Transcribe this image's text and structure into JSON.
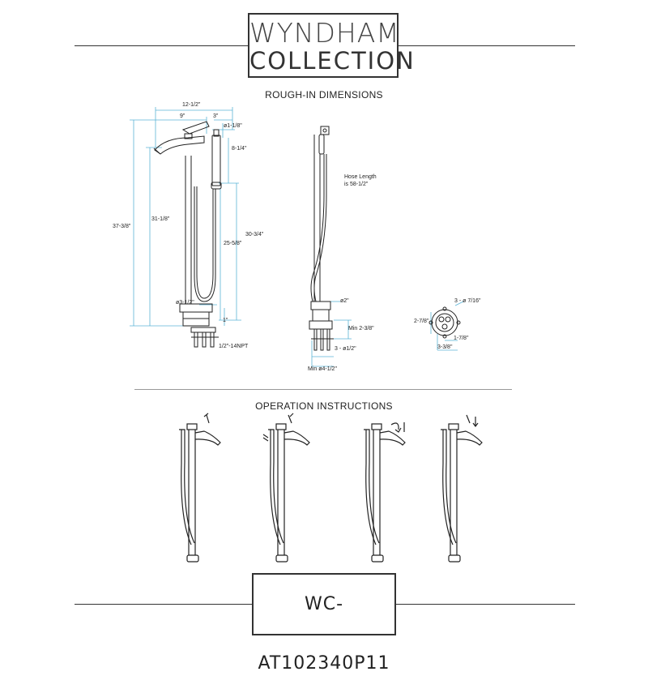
{
  "brand": {
    "line1": "WYNDHAM",
    "line2": "COLLECTION"
  },
  "sections": {
    "rough_in_title": "ROUGH-IN DIMENSIONS",
    "operation_title": "OPERATION INSTRUCTIONS"
  },
  "front_view": {
    "width_total": "12-1/2\"",
    "width_spout": "9\"",
    "width_handle": "3\"",
    "handshower_diameter": "ø1-1/8\"",
    "handshower_length": "8-1/4\"",
    "overall_height": "37-3/8\"",
    "spout_height": "31-1/8\"",
    "holder_height": "30-3/4\"",
    "cradle_height": "25-5/8\"",
    "base_diameter": "ø3-1/2\"",
    "base_offset": "1\"",
    "connection": "1/2\"-14NPT"
  },
  "side_view": {
    "hose_note_line1": "Hose Length",
    "hose_note_line2": "is 58-1/2\"",
    "pipe_diameter": "ø2\"",
    "min_depth": "Min 2-3/8\"",
    "inlets": "3 - ø1/2\"",
    "min_base": "Min ø4-1/2\""
  },
  "plan_view": {
    "holes": "3 - ø 7/16\"",
    "height": "2-7/8\"",
    "offset": "1-7/8\"",
    "width": "3-3/8\""
  },
  "model": "WC-AT102340P11",
  "colors": {
    "dimension_line": "#5bb4d6",
    "drawing_line": "#222222"
  }
}
